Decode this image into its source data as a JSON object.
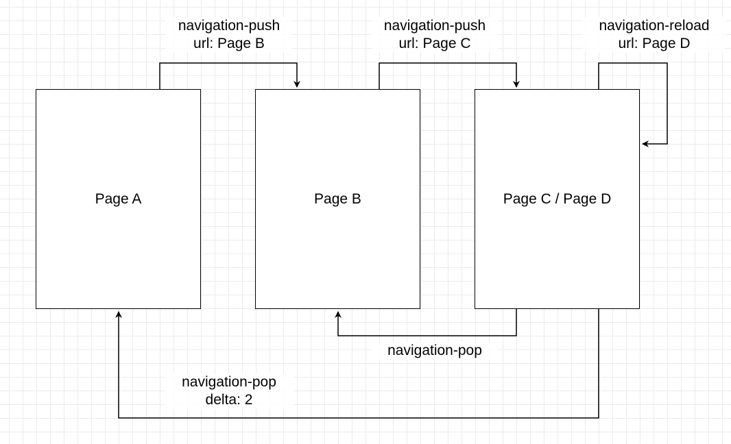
{
  "diagram": {
    "pages": [
      {
        "id": "page-a",
        "label": "Page A"
      },
      {
        "id": "page-b",
        "label": "Page B"
      },
      {
        "id": "page-c",
        "label": "Page C / Page D"
      }
    ],
    "edges": [
      {
        "id": "push-b",
        "from": "Page A",
        "to": "Page B",
        "lines": [
          "navigation-push",
          "url: Page B"
        ]
      },
      {
        "id": "push-c",
        "from": "Page B",
        "to": "Page C / Page D",
        "lines": [
          "navigation-push",
          "url: Page C"
        ]
      },
      {
        "id": "reload-d",
        "from": "Page C / Page D",
        "to": "Page C / Page D",
        "lines": [
          "navigation-reload",
          "url: Page D"
        ]
      },
      {
        "id": "pop",
        "from": "Page C / Page D",
        "to": "Page B",
        "lines": [
          "navigation-pop"
        ]
      },
      {
        "id": "pop-delta",
        "from": "Page C / Page D",
        "to": "Page A",
        "lines": [
          "navigation-pop",
          "delta: 2"
        ]
      }
    ]
  },
  "colors": {
    "stroke": "#000000",
    "grid": "#ebebeb",
    "background": "#ffffff"
  }
}
